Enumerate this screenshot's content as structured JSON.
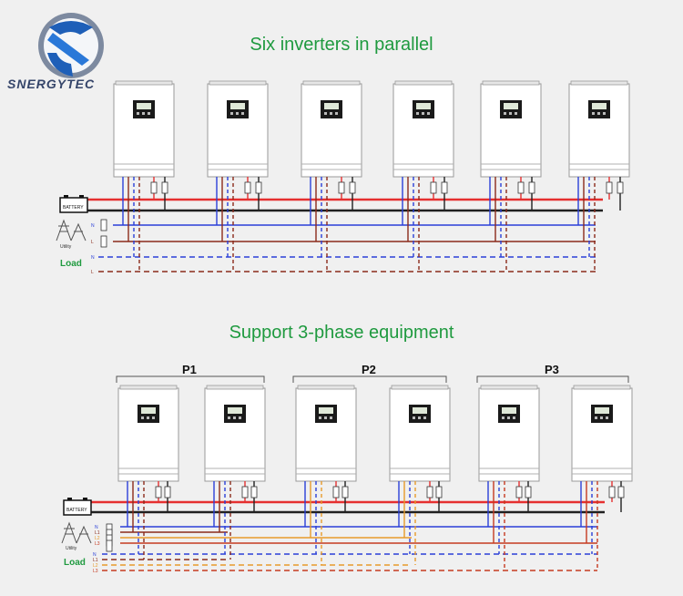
{
  "brand": {
    "name": "SNERGYTEC"
  },
  "diagram1": {
    "title": "Six inverters in parallel",
    "battery_label": "BATTERY",
    "utility_label": "Utility",
    "load_label": "Load",
    "utility_lines": [
      "N",
      "L"
    ],
    "load_lines": [
      "N",
      "L"
    ]
  },
  "diagram2": {
    "title": "Support 3-phase equipment",
    "battery_label": "BATTERY",
    "utility_label": "Utility",
    "load_label": "Load",
    "phases": [
      "P1",
      "P2",
      "P3"
    ],
    "utility_lines": [
      "N",
      "L1",
      "L2",
      "L3"
    ],
    "load_lines": [
      "N",
      "L1",
      "L2",
      "L3"
    ]
  },
  "colors": {
    "title": "#1f9a3f",
    "load": "#1f9a3f",
    "battery_positive": "#e53030",
    "battery_negative": "#202020",
    "neutral": "#2a3fd8",
    "line": "#8b2a1a",
    "line2": "#e79a2a",
    "line3": "#c63a20"
  },
  "icons": [
    "logo-icon",
    "battery-icon",
    "utility-tower-icon",
    "inverter-icon"
  ]
}
